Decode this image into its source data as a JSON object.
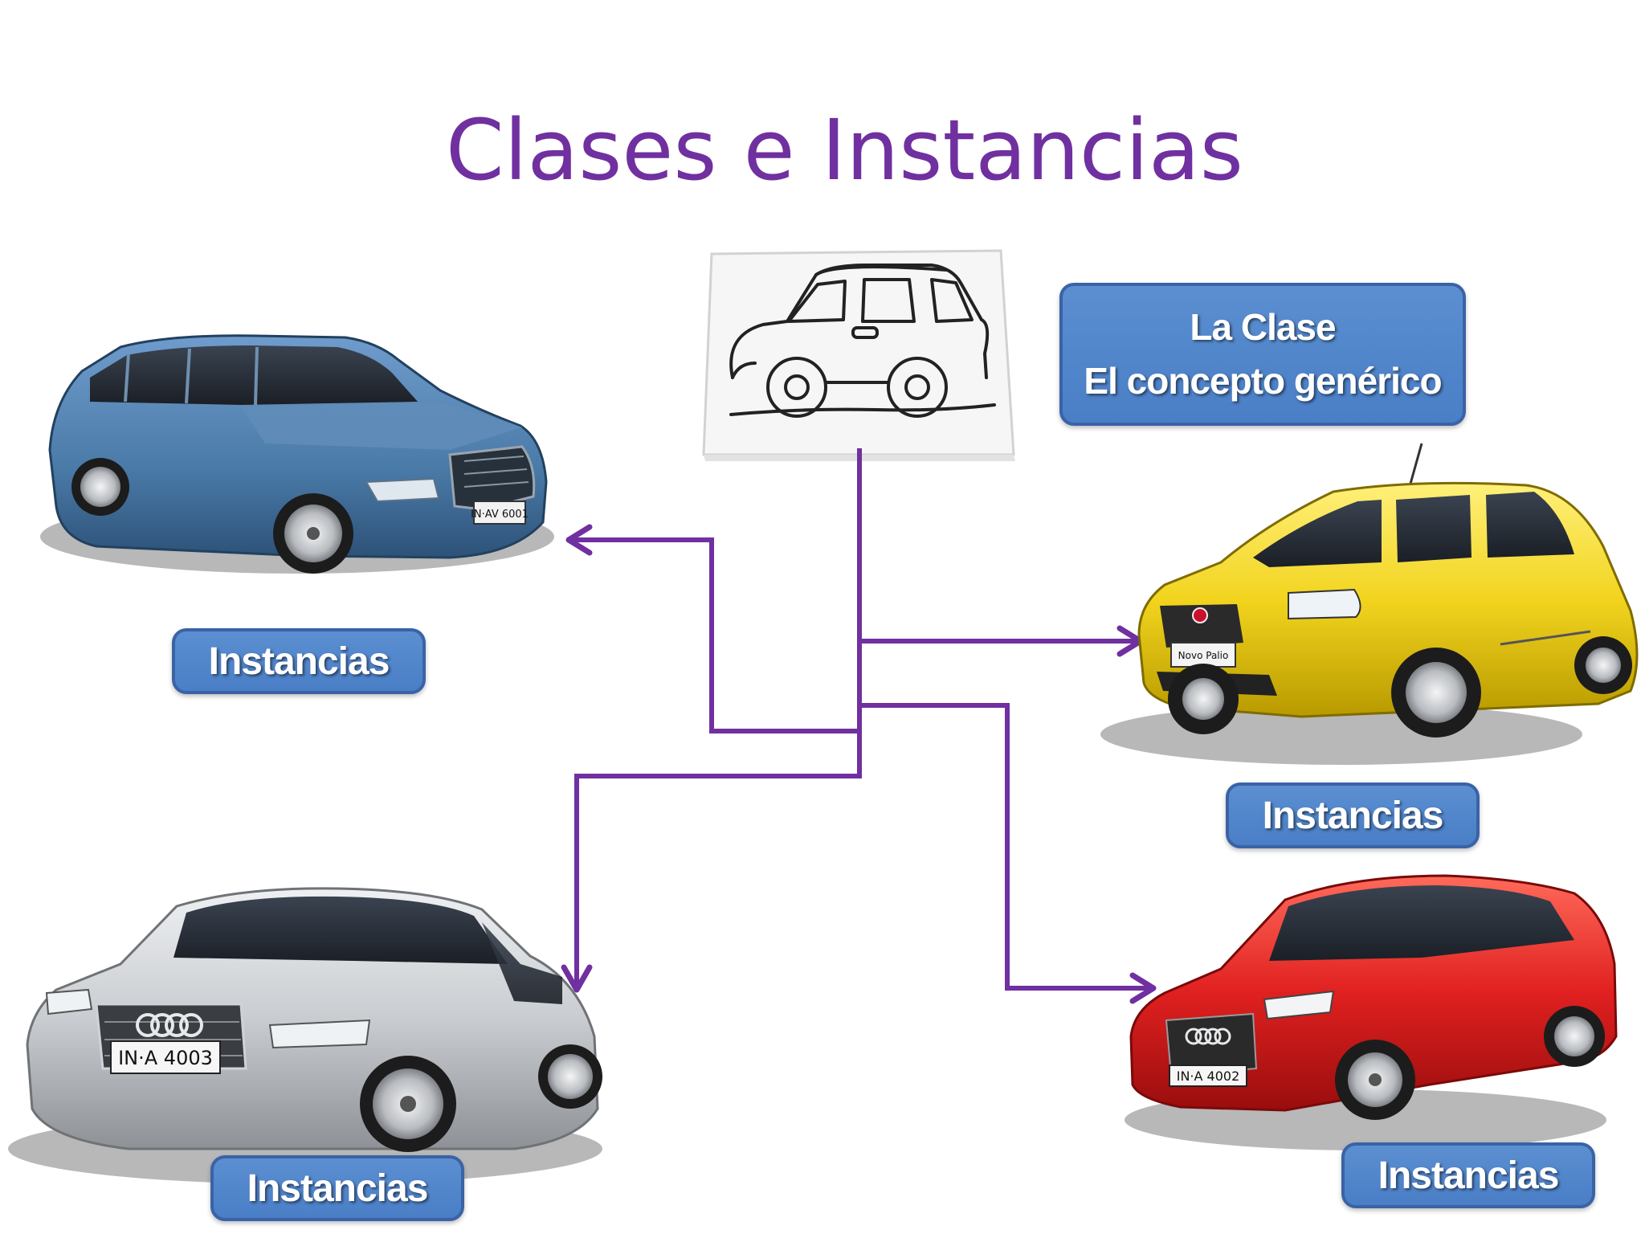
{
  "title": "Clases e Instancias",
  "class_box": {
    "line1": "La Clase",
    "line2": "El concepto genérico"
  },
  "instances": {
    "top_left": "Instancias",
    "middle_right": "Instancias",
    "bottom_left": "Instancias",
    "bottom_right": "Instancias"
  },
  "plates": {
    "blue_car": "IN·AV 6001",
    "yellow_car": "Novo Palio",
    "silver_car": "IN·A 4003",
    "red_car": "IN·A 4002"
  },
  "colors": {
    "title": "#7030a0",
    "arrows": "#7030a0",
    "box_fill": "#4f81c8",
    "box_border": "#3a63a6",
    "blue_car": "#4a7aa8",
    "yellow_car": "#f2d41e",
    "silver_car": "#c9ccd0",
    "red_car": "#e02020"
  }
}
